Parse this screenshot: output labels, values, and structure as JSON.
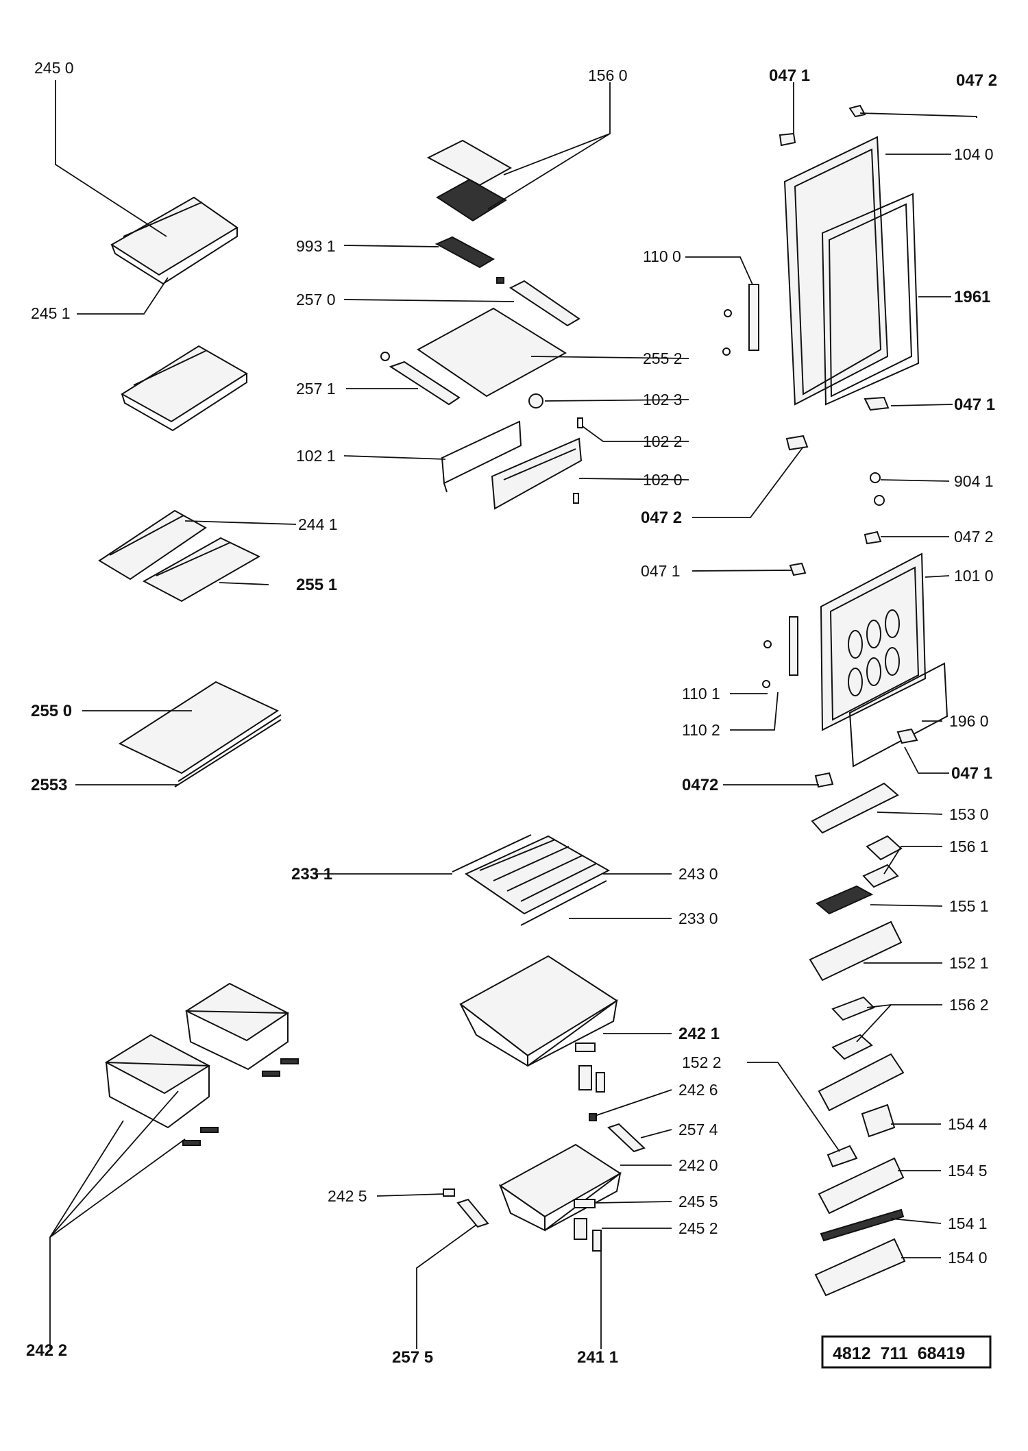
{
  "labels": {
    "l2450": "245 0",
    "l1560": "156 0",
    "l0471a": "047 1",
    "l0472a": "047 2",
    "l1040": "104 0",
    "l9931": "993 1",
    "l1100": "110 0",
    "l2451": "245 1",
    "l2570": "257 0",
    "l1961": "1961",
    "l2552": "255 2",
    "l2571": "257 1",
    "l1023": "102 3",
    "l0471b": "047 1",
    "l1022": "102 2",
    "l1021": "102 1",
    "l1020": "102 0",
    "l9041": "904 1",
    "l0472b": "047 2",
    "l2441": "244 1",
    "l0472c": "047 2",
    "l2551": "255 1",
    "l0471c": "047 1",
    "l1010": "101 0",
    "l1101": "110 1",
    "l2550": "255 0",
    "l1102": "110 2",
    "l1960": "196 0",
    "l0471d": "047 1",
    "l0472d": "0472",
    "l2553": "2553",
    "l1530": "153 0",
    "l2331": "233 1",
    "l2430": "243 0",
    "l1561": "156 1",
    "l2330": "233 0",
    "l1551": "155 1",
    "l1521": "152 1",
    "l1562": "156 2",
    "l2421": "242 1",
    "l1522": "152 2",
    "l2426": "242 6",
    "l1544": "154 4",
    "l2574": "257 4",
    "l2420": "242 0",
    "l1545": "154 5",
    "l2425": "242 5",
    "l2455": "245 5",
    "l1541": "154 1",
    "l2452": "245 2",
    "l1540": "154 0",
    "l2422": "242 2",
    "l2575": "257 5",
    "l2411": "241 1"
  },
  "doc_number": "4812  711  68419"
}
